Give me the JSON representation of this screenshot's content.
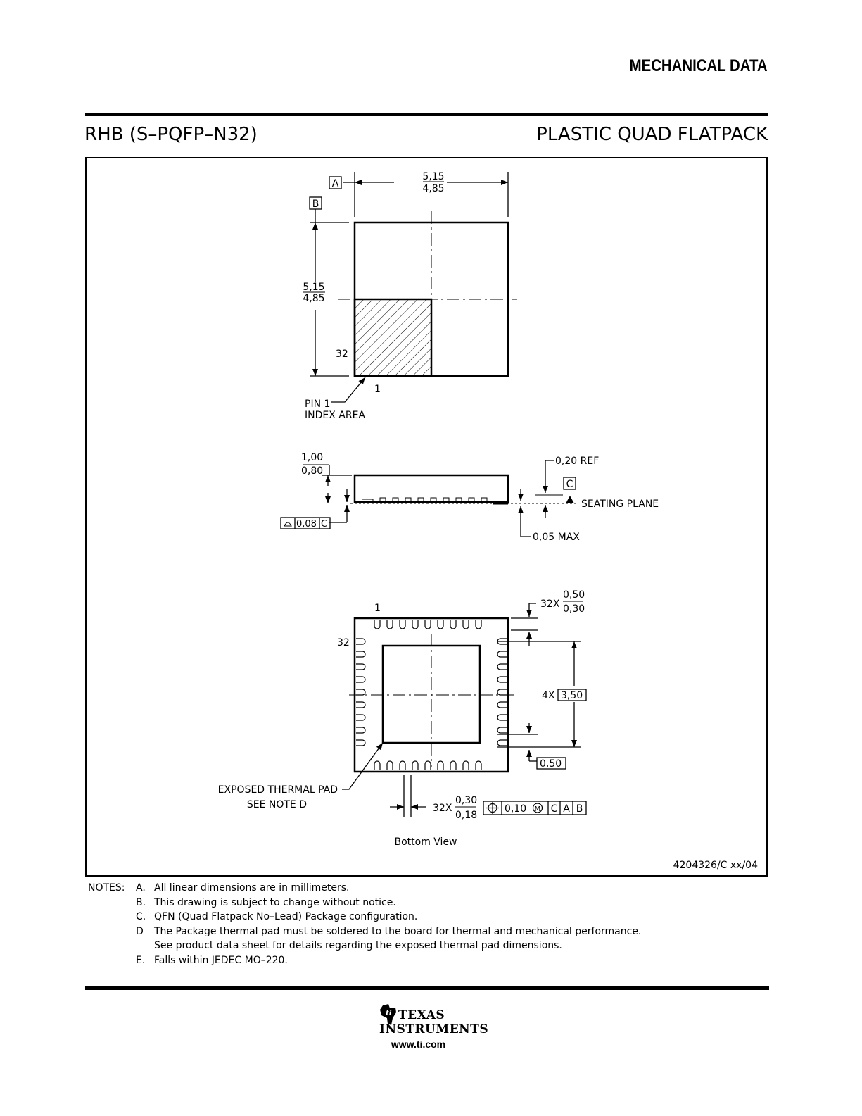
{
  "header": {
    "title": "MECHANICAL DATA"
  },
  "package": {
    "code": "RHB (S–PQFP–N32)",
    "type": "PLASTIC QUAD FLATPACK"
  },
  "top_view": {
    "datum_a": "A",
    "datum_b": "B",
    "width_max": "5,15",
    "width_min": "4,85",
    "height_max": "5,15",
    "height_min": "4,85",
    "pin_32": "32",
    "pin_1": "1",
    "index_line1": "PIN 1",
    "index_line2": "INDEX AREA"
  },
  "side_view": {
    "thick_max": "1,00",
    "thick_min": "0,80",
    "ref": "0,20 REF",
    "datum_c": "C",
    "seating_plane": "SEATING PLANE",
    "flatness_value": "0,08",
    "flatness_datum": "C",
    "standoff": "0,05 MAX"
  },
  "bottom_view": {
    "pin_1": "1",
    "pin_32": "32",
    "pitch_count": "32X",
    "lead_len_max": "0,50",
    "lead_len_min": "0,30",
    "span_count": "4X",
    "span": "3,50",
    "pitch": "0,50",
    "pad_line1": "EXPOSED THERMAL PAD",
    "pad_line2": "SEE NOTE D",
    "width_count": "32X",
    "width_max": "0,30",
    "width_min": "0,18",
    "position_tol": "0,10",
    "datum_c": "C",
    "datum_a": "A",
    "datum_b": "B",
    "caption": "Bottom View"
  },
  "drawing_number": "4204326/C xx/04",
  "notes": {
    "label": "NOTES:",
    "items": [
      {
        "letter": "A.",
        "text": "All linear dimensions are in millimeters."
      },
      {
        "letter": "B.",
        "text": "This drawing is subject to change without notice."
      },
      {
        "letter": "C.",
        "text": "QFN (Quad Flatpack No–Lead) Package configuration."
      },
      {
        "letter": "D",
        "text": "The Package thermal pad must be soldered to the board for thermal and mechanical performance."
      },
      {
        "letter": "",
        "text": "See product data sheet for details regarding the exposed thermal pad dimensions."
      },
      {
        "letter": "E.",
        "text": "Falls within JEDEC MO–220."
      }
    ]
  },
  "footer": {
    "logo_line1": "TEXAS",
    "logo_line2": "INSTRUMENTS",
    "website": "www.ti.com"
  }
}
